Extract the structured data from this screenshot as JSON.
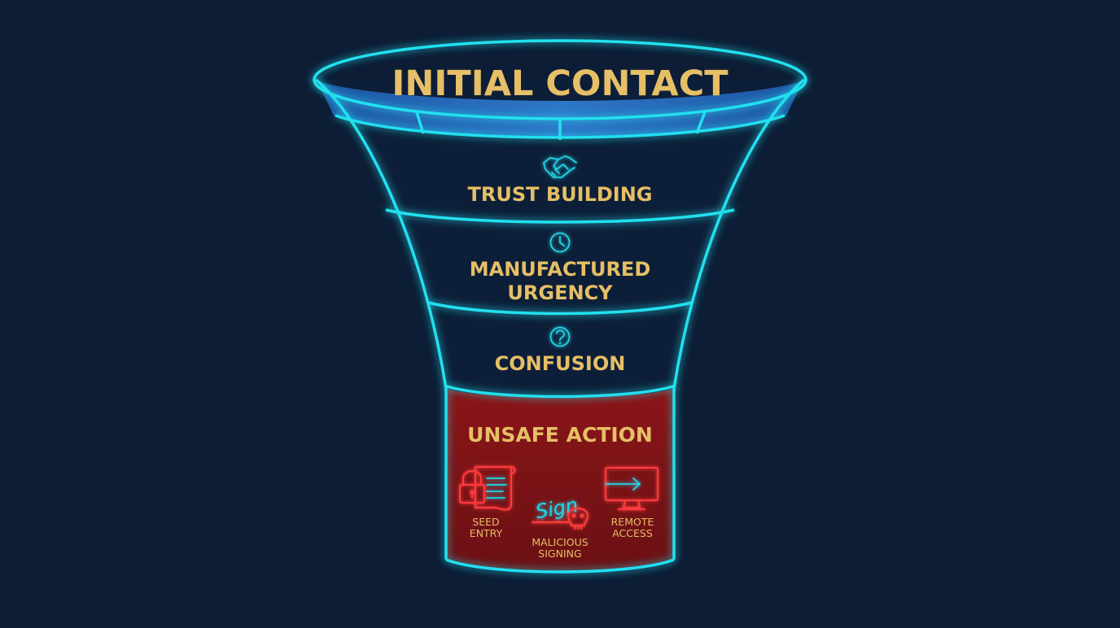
{
  "funnel": {
    "stages": [
      {
        "label_lines": [
          "INITIAL CONTACT"
        ],
        "icon": "none"
      },
      {
        "label_lines": [
          "TRUST BUILDING"
        ],
        "icon": "handshake-icon"
      },
      {
        "label_lines": [
          "MANUFACTURED",
          "URGENCY"
        ],
        "icon": "clock-icon"
      },
      {
        "label_lines": [
          "CONFUSION"
        ],
        "icon": "question-icon"
      },
      {
        "label_lines": [
          "UNSAFE ACTION"
        ],
        "icon": "none"
      }
    ],
    "actions": [
      {
        "label_lines": [
          "SEED",
          "ENTRY"
        ],
        "icon": "lock-document-icon"
      },
      {
        "label_lines": [
          "MALICIOUS",
          "SIGNING"
        ],
        "icon": "signature-skull-icon",
        "sign_text": "Sign"
      },
      {
        "label_lines": [
          "REMOTE",
          "ACCESS"
        ],
        "icon": "monitor-arrow-icon"
      }
    ],
    "colors": {
      "background": "#0c1d35",
      "outline": "#23e0ef",
      "label": "#e6bf66",
      "danger_fill": "#7a1216",
      "danger_icon": "#ff3b3b",
      "rim_band": "#2a6fc0"
    }
  }
}
